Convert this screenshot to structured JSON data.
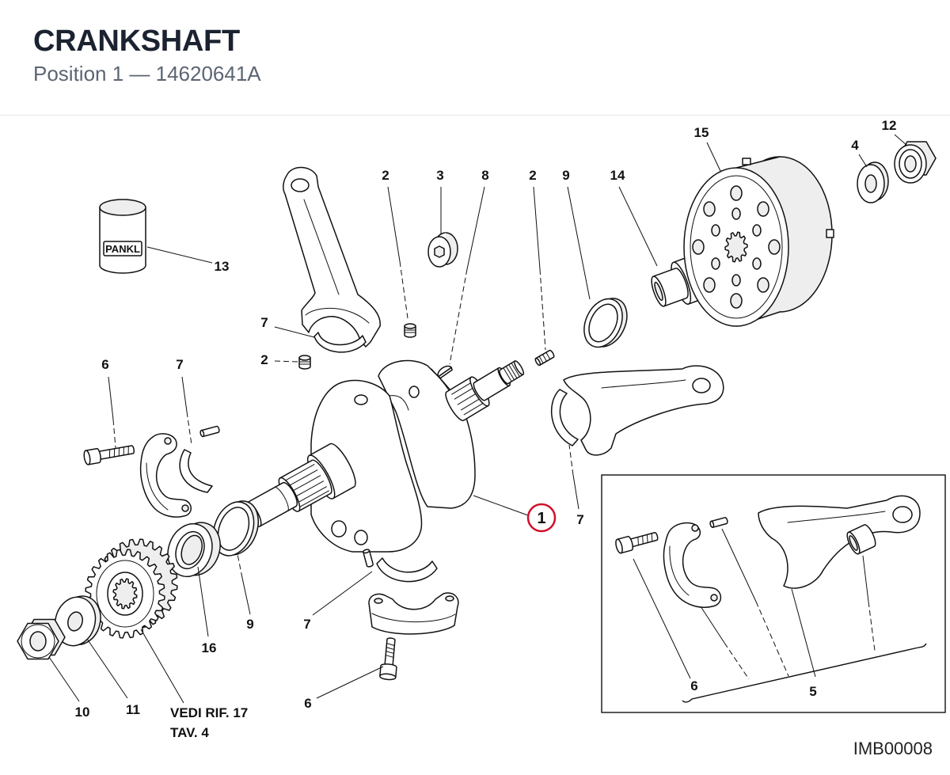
{
  "header": {
    "title": "CRANKSHAFT",
    "subtitle": "Position 1 — 14620641A"
  },
  "diagram": {
    "selected_callout": "1",
    "callouts": [
      "15",
      "12",
      "4",
      "2",
      "3",
      "8",
      "2",
      "9",
      "14",
      "13",
      "7",
      "2",
      "6",
      "7",
      "7",
      "9",
      "7",
      "16",
      "6",
      "10",
      "11"
    ],
    "inset_callouts": [
      "6",
      "5"
    ],
    "reference_note": {
      "line1": "VEDI RIF. 17",
      "line2": "TAV. 4"
    },
    "part_marking": "PANKL",
    "drawing_id": "IMB00008"
  },
  "colors": {
    "title": "#1b2230",
    "subtitle": "#5c6573",
    "accent": "#d0102a",
    "line": "#111111",
    "divider": "#e6e8eb"
  }
}
